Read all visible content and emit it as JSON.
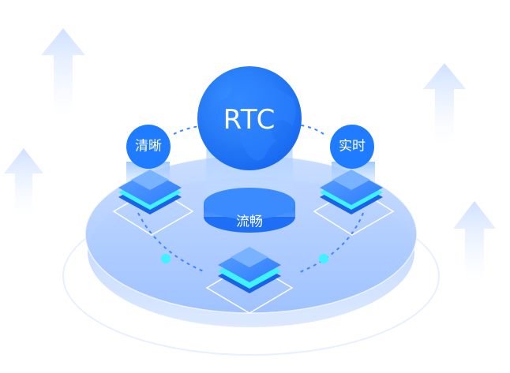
{
  "center": {
    "label": "RTC",
    "icon": "globe-icon"
  },
  "features": [
    {
      "id": "clear",
      "label": "清晰"
    },
    {
      "id": "realtime",
      "label": "实时"
    },
    {
      "id": "smooth",
      "label": "流畅"
    }
  ],
  "colors": {
    "primary": "#1f7bff",
    "light": "#cfe2ff",
    "accent": "#3ff2ff",
    "platform": "#a9cbff"
  }
}
